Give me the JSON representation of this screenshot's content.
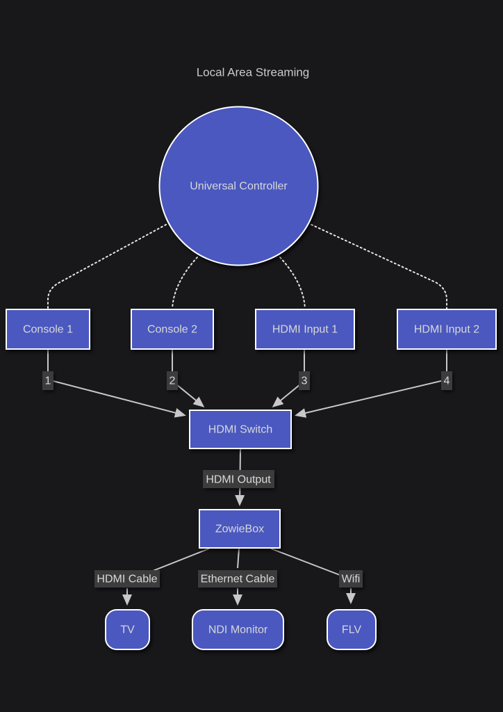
{
  "diagram": {
    "title": "Local Area Streaming",
    "type": "flowchart",
    "direction": "top-down",
    "colors": {
      "background": "#18181b",
      "node_fill": "#4a58bf",
      "node_border": "#ffffff",
      "node_text": "#d8d8d8",
      "edge": "#c8c8c8",
      "edge_dotted": "#e6e6e6",
      "edge_label_bg": "#3c3c3c",
      "edge_label_text": "#d9d9d9",
      "title_text": "#c9cacc"
    },
    "nodes": {
      "controller": {
        "label": "Universal Controller",
        "shape": "circle"
      },
      "console1": {
        "label": "Console 1",
        "shape": "rectangle"
      },
      "console2": {
        "label": "Console 2",
        "shape": "rectangle"
      },
      "hdmi_input1": {
        "label": "HDMI Input 1",
        "shape": "rectangle"
      },
      "hdmi_input2": {
        "label": "HDMI Input 2",
        "shape": "rectangle"
      },
      "hdmi_switch": {
        "label": "HDMI Switch",
        "shape": "rectangle"
      },
      "zowiebox": {
        "label": "ZowieBox",
        "shape": "rectangle"
      },
      "tv": {
        "label": "TV",
        "shape": "rounded"
      },
      "ndi_monitor": {
        "label": "NDI Monitor",
        "shape": "rounded"
      },
      "flv": {
        "label": "FLV",
        "shape": "rounded"
      }
    },
    "edges": [
      {
        "from": "controller",
        "to": "console1",
        "style": "dotted",
        "arrow": false,
        "label": ""
      },
      {
        "from": "controller",
        "to": "console2",
        "style": "dotted",
        "arrow": false,
        "label": ""
      },
      {
        "from": "controller",
        "to": "hdmi_input1",
        "style": "dotted",
        "arrow": false,
        "label": ""
      },
      {
        "from": "controller",
        "to": "hdmi_input2",
        "style": "dotted",
        "arrow": false,
        "label": ""
      },
      {
        "from": "console1",
        "to": "hdmi_switch",
        "style": "solid",
        "arrow": true,
        "label": "1"
      },
      {
        "from": "console2",
        "to": "hdmi_switch",
        "style": "solid",
        "arrow": true,
        "label": "2"
      },
      {
        "from": "hdmi_input1",
        "to": "hdmi_switch",
        "style": "solid",
        "arrow": true,
        "label": "3"
      },
      {
        "from": "hdmi_input2",
        "to": "hdmi_switch",
        "style": "solid",
        "arrow": true,
        "label": "4"
      },
      {
        "from": "hdmi_switch",
        "to": "zowiebox",
        "style": "solid",
        "arrow": true,
        "label": "HDMI Output"
      },
      {
        "from": "zowiebox",
        "to": "tv",
        "style": "solid",
        "arrow": true,
        "label": "HDMI Cable"
      },
      {
        "from": "zowiebox",
        "to": "ndi_monitor",
        "style": "solid",
        "arrow": true,
        "label": "Ethernet Cable"
      },
      {
        "from": "zowiebox",
        "to": "flv",
        "style": "solid",
        "arrow": true,
        "label": "Wifi"
      }
    ]
  }
}
